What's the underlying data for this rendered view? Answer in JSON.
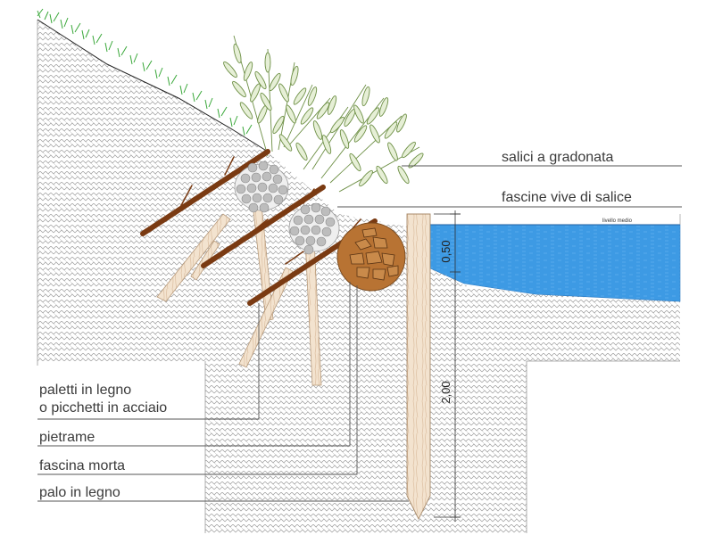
{
  "labels": {
    "salici": "salici a gradonata",
    "fascine_vive": "fascine vive di salice",
    "livello": "livello medio",
    "paletti_1": "paletti in legno",
    "paletti_2": "o picchetti in acciaio",
    "pietrame": "pietrame",
    "fascina_morta": "fascina morta",
    "palo": "palo in legno"
  },
  "dimensions": {
    "upper": "0,50",
    "lower": "2,00"
  },
  "colors": {
    "water": "#3d9ae4",
    "soil_stroke": "#9a9a9a",
    "branch": "#7a3a12",
    "grass": "#3aa83a",
    "leaf": "#2f6b1f",
    "stake": "#f0dfc8",
    "rock_fill": "#b87333",
    "bundle": "#bdbdbd"
  }
}
